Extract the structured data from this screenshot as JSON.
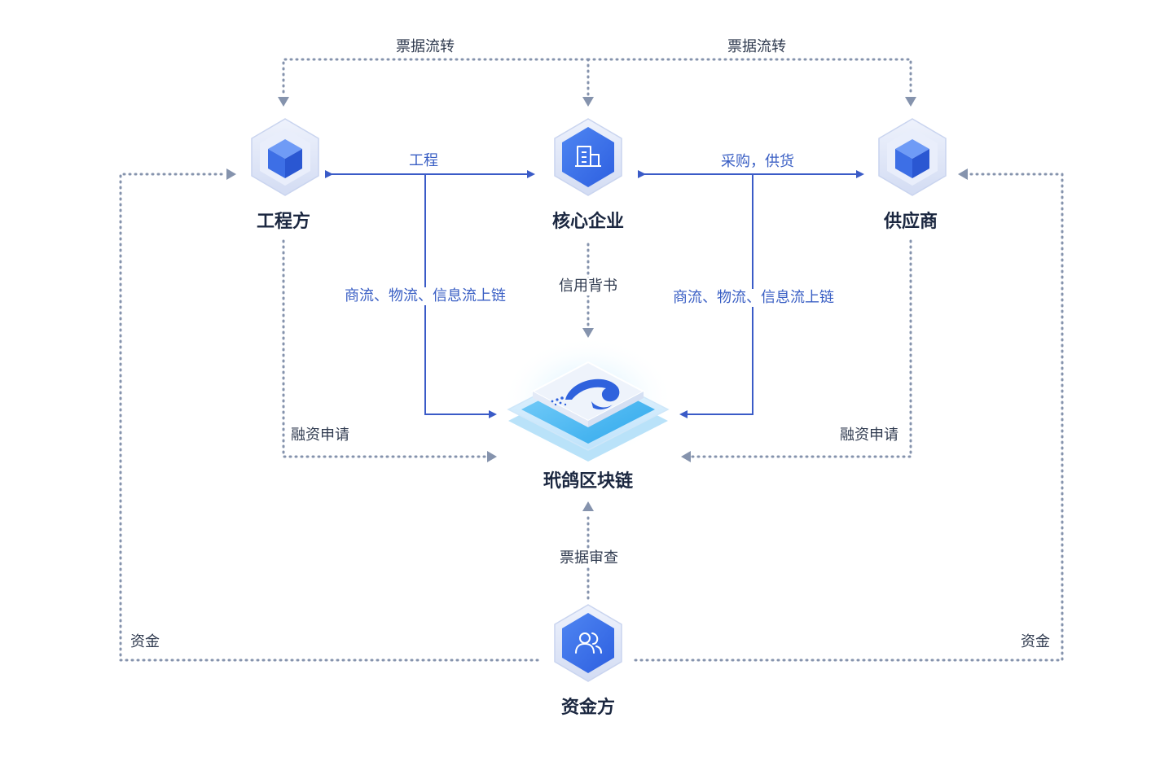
{
  "nodes": {
    "engineering": {
      "label": "工程方",
      "icon": "cube-icon"
    },
    "core": {
      "label": "核心企业",
      "icon": "building-icon"
    },
    "supplier": {
      "label": "供应商",
      "icon": "cube-icon"
    },
    "blockchain": {
      "label": "玳鸽区块链",
      "icon": "blockchain-wave-icon"
    },
    "funder": {
      "label": "资金方",
      "icon": "users-icon"
    }
  },
  "edges": {
    "ticket_flow_left": "票据流转",
    "ticket_flow_right": "票据流转",
    "engineering": "工程",
    "purchase_supply": "采购，供货",
    "chain_flow_left": "商流、物流、信息流上链",
    "chain_flow_right": "商流、物流、信息流上链",
    "credit_endorse": "信用背书",
    "finance_apply_left": "融资申请",
    "finance_apply_right": "融资申请",
    "ticket_review": "票据审查",
    "funds_left": "资金",
    "funds_right": "资金"
  },
  "colors": {
    "solid_line": "#3a5bc7",
    "dotted_line": "#8593ad",
    "hex_blue": "#3b6fe8",
    "hex_pale": "#dfe6f8",
    "platform_cyan": "#49b6f0"
  }
}
